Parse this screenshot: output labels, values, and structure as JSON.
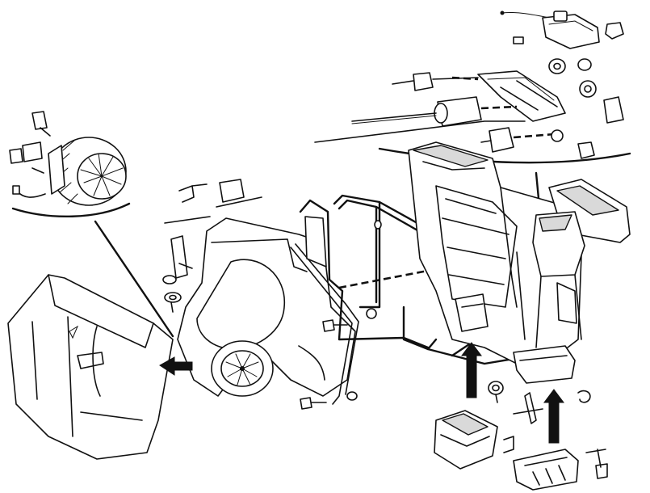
{
  "diagram": {
    "type": "exploded-parts-view",
    "colors": {
      "line": "#111111",
      "background": "#ffffff",
      "shade": "#d9d9d9"
    },
    "parts": [
      {
        "id": "blower-motor-detail",
        "icon": "blower-fan-motor"
      },
      {
        "id": "blower-housing",
        "icon": "scroll-housing"
      },
      {
        "id": "housing-cover",
        "icon": "cover-panel"
      },
      {
        "id": "heater-core-frame",
        "icon": "tube-frame"
      },
      {
        "id": "evaporator-case",
        "icon": "case"
      },
      {
        "id": "vacuum-actuators",
        "icon": "actuator"
      },
      {
        "id": "flap-link-detail",
        "icon": "linkage"
      },
      {
        "id": "duct-outlet",
        "icon": "duct"
      },
      {
        "id": "drain-box",
        "icon": "box"
      }
    ],
    "arrows": [
      {
        "id": "arrow-cover-to-housing",
        "direction": "left"
      },
      {
        "id": "arrow-up-left",
        "direction": "up"
      },
      {
        "id": "arrow-up-right",
        "direction": "up"
      }
    ]
  }
}
